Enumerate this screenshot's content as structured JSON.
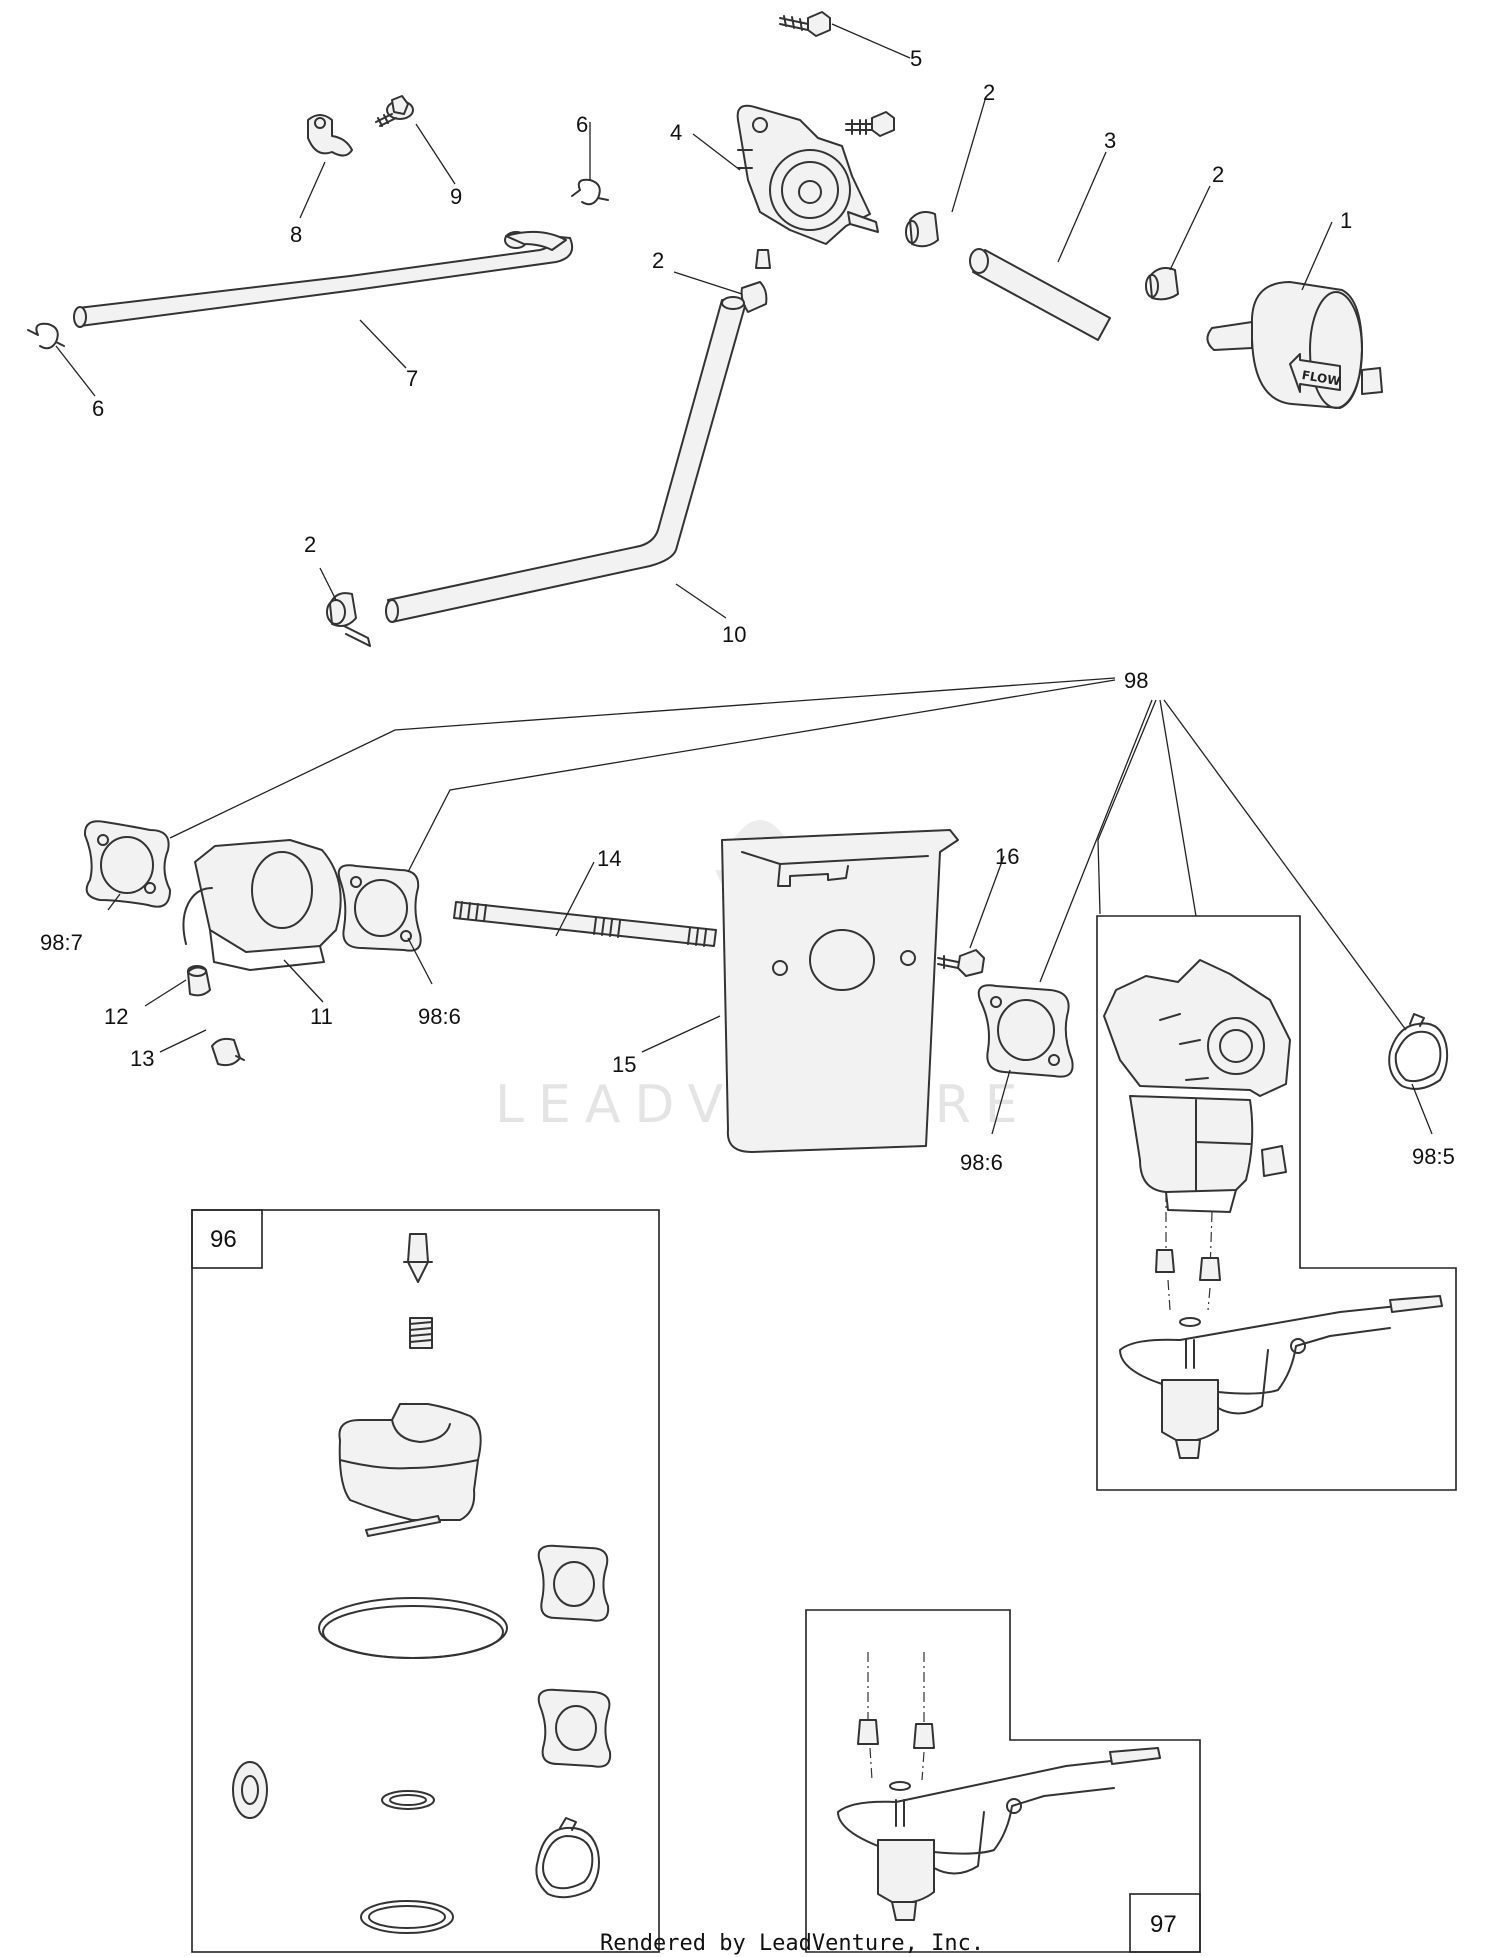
{
  "callouts": {
    "l1": "1",
    "l2a": "2",
    "l2b": "2",
    "l2c": "2",
    "l2d": "2",
    "l3": "3",
    "l4": "4",
    "l5": "5",
    "l6a": "6",
    "l6b": "6",
    "l7": "7",
    "l8": "8",
    "l9": "9",
    "l10": "10",
    "l11": "11",
    "l12": "12",
    "l13": "13",
    "l14": "14",
    "l15": "15",
    "l16": "16",
    "l98": "98",
    "l98_7": "98:7",
    "l98_6a": "98:6",
    "l98_6b": "98:6",
    "l98_5": "98:5",
    "l96": "96",
    "l97": "97"
  },
  "filter_marking": "FLOW",
  "watermark": "LEADVENTURE",
  "footer": "Rendered by LeadVenture, Inc.",
  "icons": [
    "bolt-icon",
    "hose-clamp-icon",
    "fuel-pump-icon",
    "fuel-filter-icon",
    "carburetor-icon",
    "solenoid-icon",
    "gasket-icon"
  ]
}
